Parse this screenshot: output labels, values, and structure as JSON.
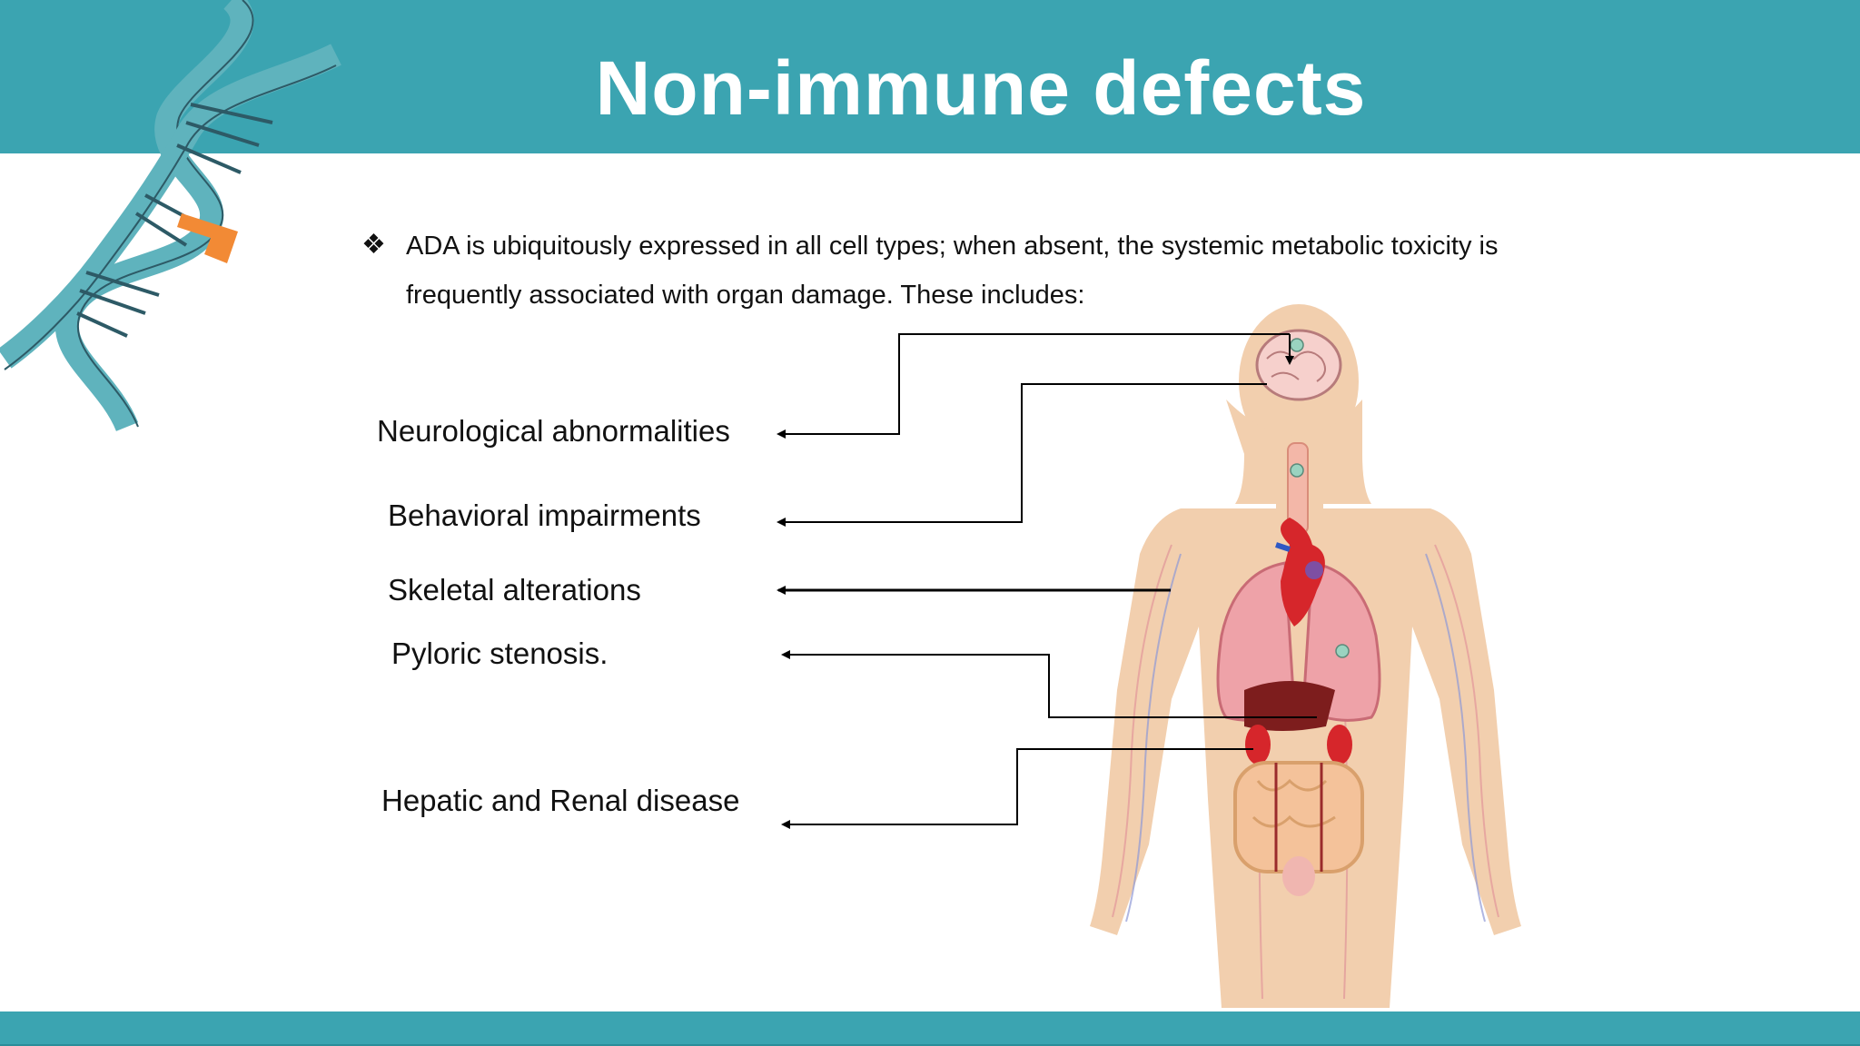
{
  "slide": {
    "title": "Non-immune defects",
    "intro_lines": [
      "ADA is ubiquitously expressed in all cell types; when absent, the systemic metabolic toxicity is",
      "frequently associated with organ damage. These includes:"
    ],
    "bullet_symbol": "❖",
    "labels": [
      "Neurological abnormalities",
      "Behavioral impairments",
      "Skeletal alterations",
      "Pyloric stenosis.",
      "Hepatic and Renal disease"
    ],
    "colors": {
      "band": "#3ba4b1",
      "dna_strand": "#5fb3bd",
      "dna_highlight": "#f28a35",
      "skin": "#f2cfae",
      "organ": "#e8838b"
    },
    "icons": [
      "dna-helix-icon",
      "human-anatomy-icon"
    ]
  }
}
